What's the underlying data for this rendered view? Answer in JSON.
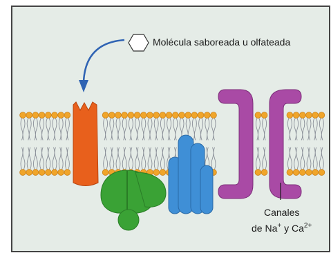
{
  "labels": {
    "molecule": "Molécula saboreada u olfateada",
    "channels_line1": "Canales",
    "channels_line2_prefix": "de Na",
    "channels_line2_sup1": "+",
    "channels_line2_mid": " y Ca",
    "channels_line2_sup2": "2+"
  },
  "colors": {
    "panel": "#e5ece7",
    "frame": "#444444",
    "lipid_head": "#f0a52a",
    "lipid_head_edge": "#c77c14",
    "lipid_tail": "#8a8f98",
    "receptor": "#e8601c",
    "g_protein": "#3aa235",
    "effector": "#3f8fd6",
    "channel": "#a94aa5",
    "arrow": "#2f63b3"
  },
  "icons": {
    "molecule": "hexagon-icon"
  }
}
